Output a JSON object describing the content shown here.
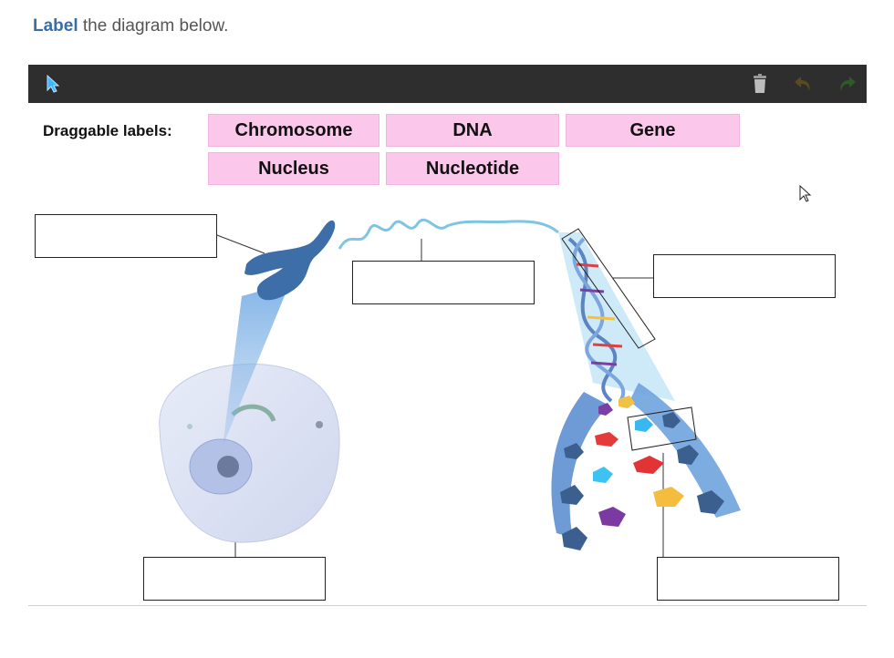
{
  "instruction": {
    "keyword": "Label",
    "rest": " the diagram below."
  },
  "toolbar": {
    "tools": [
      {
        "name": "pointer-tool-icon"
      },
      {
        "name": "trash-icon"
      },
      {
        "name": "undo-icon"
      },
      {
        "name": "redo-icon"
      }
    ]
  },
  "labels": {
    "title": "Draggable labels:",
    "items": [
      "Chromosome",
      "DNA",
      "Gene",
      "Nucleus",
      "Nucleotide"
    ]
  },
  "colors": {
    "toolbar_bg": "#2e2e2e",
    "chip_bg": "#fbc8ec",
    "keyword": "#3b6ea5",
    "chromosome": "#3d6ea8",
    "helix": "#6a9bd0"
  }
}
